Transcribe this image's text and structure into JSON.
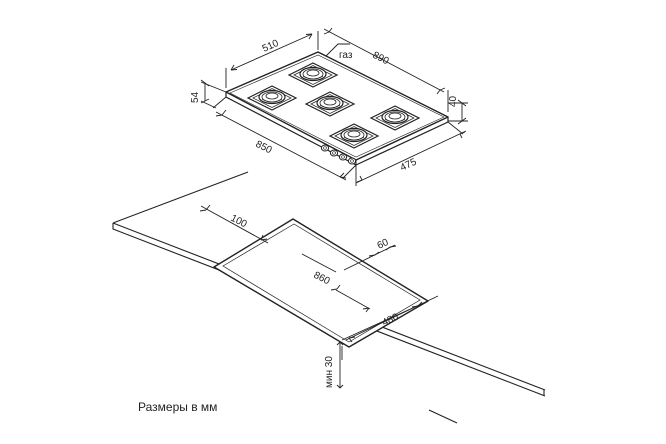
{
  "hob_dimensions": {
    "depth_outer": "510",
    "width_outer": "890",
    "gas_label": "газ",
    "height_total": "54",
    "height_body": "40",
    "width_body": "850",
    "depth_body": "475"
  },
  "cutout_dimensions": {
    "offset_front": "100",
    "offset_back": "60",
    "width": "860",
    "depth": "480",
    "min_thickness": "мин 30"
  },
  "caption": "Размеры в мм"
}
